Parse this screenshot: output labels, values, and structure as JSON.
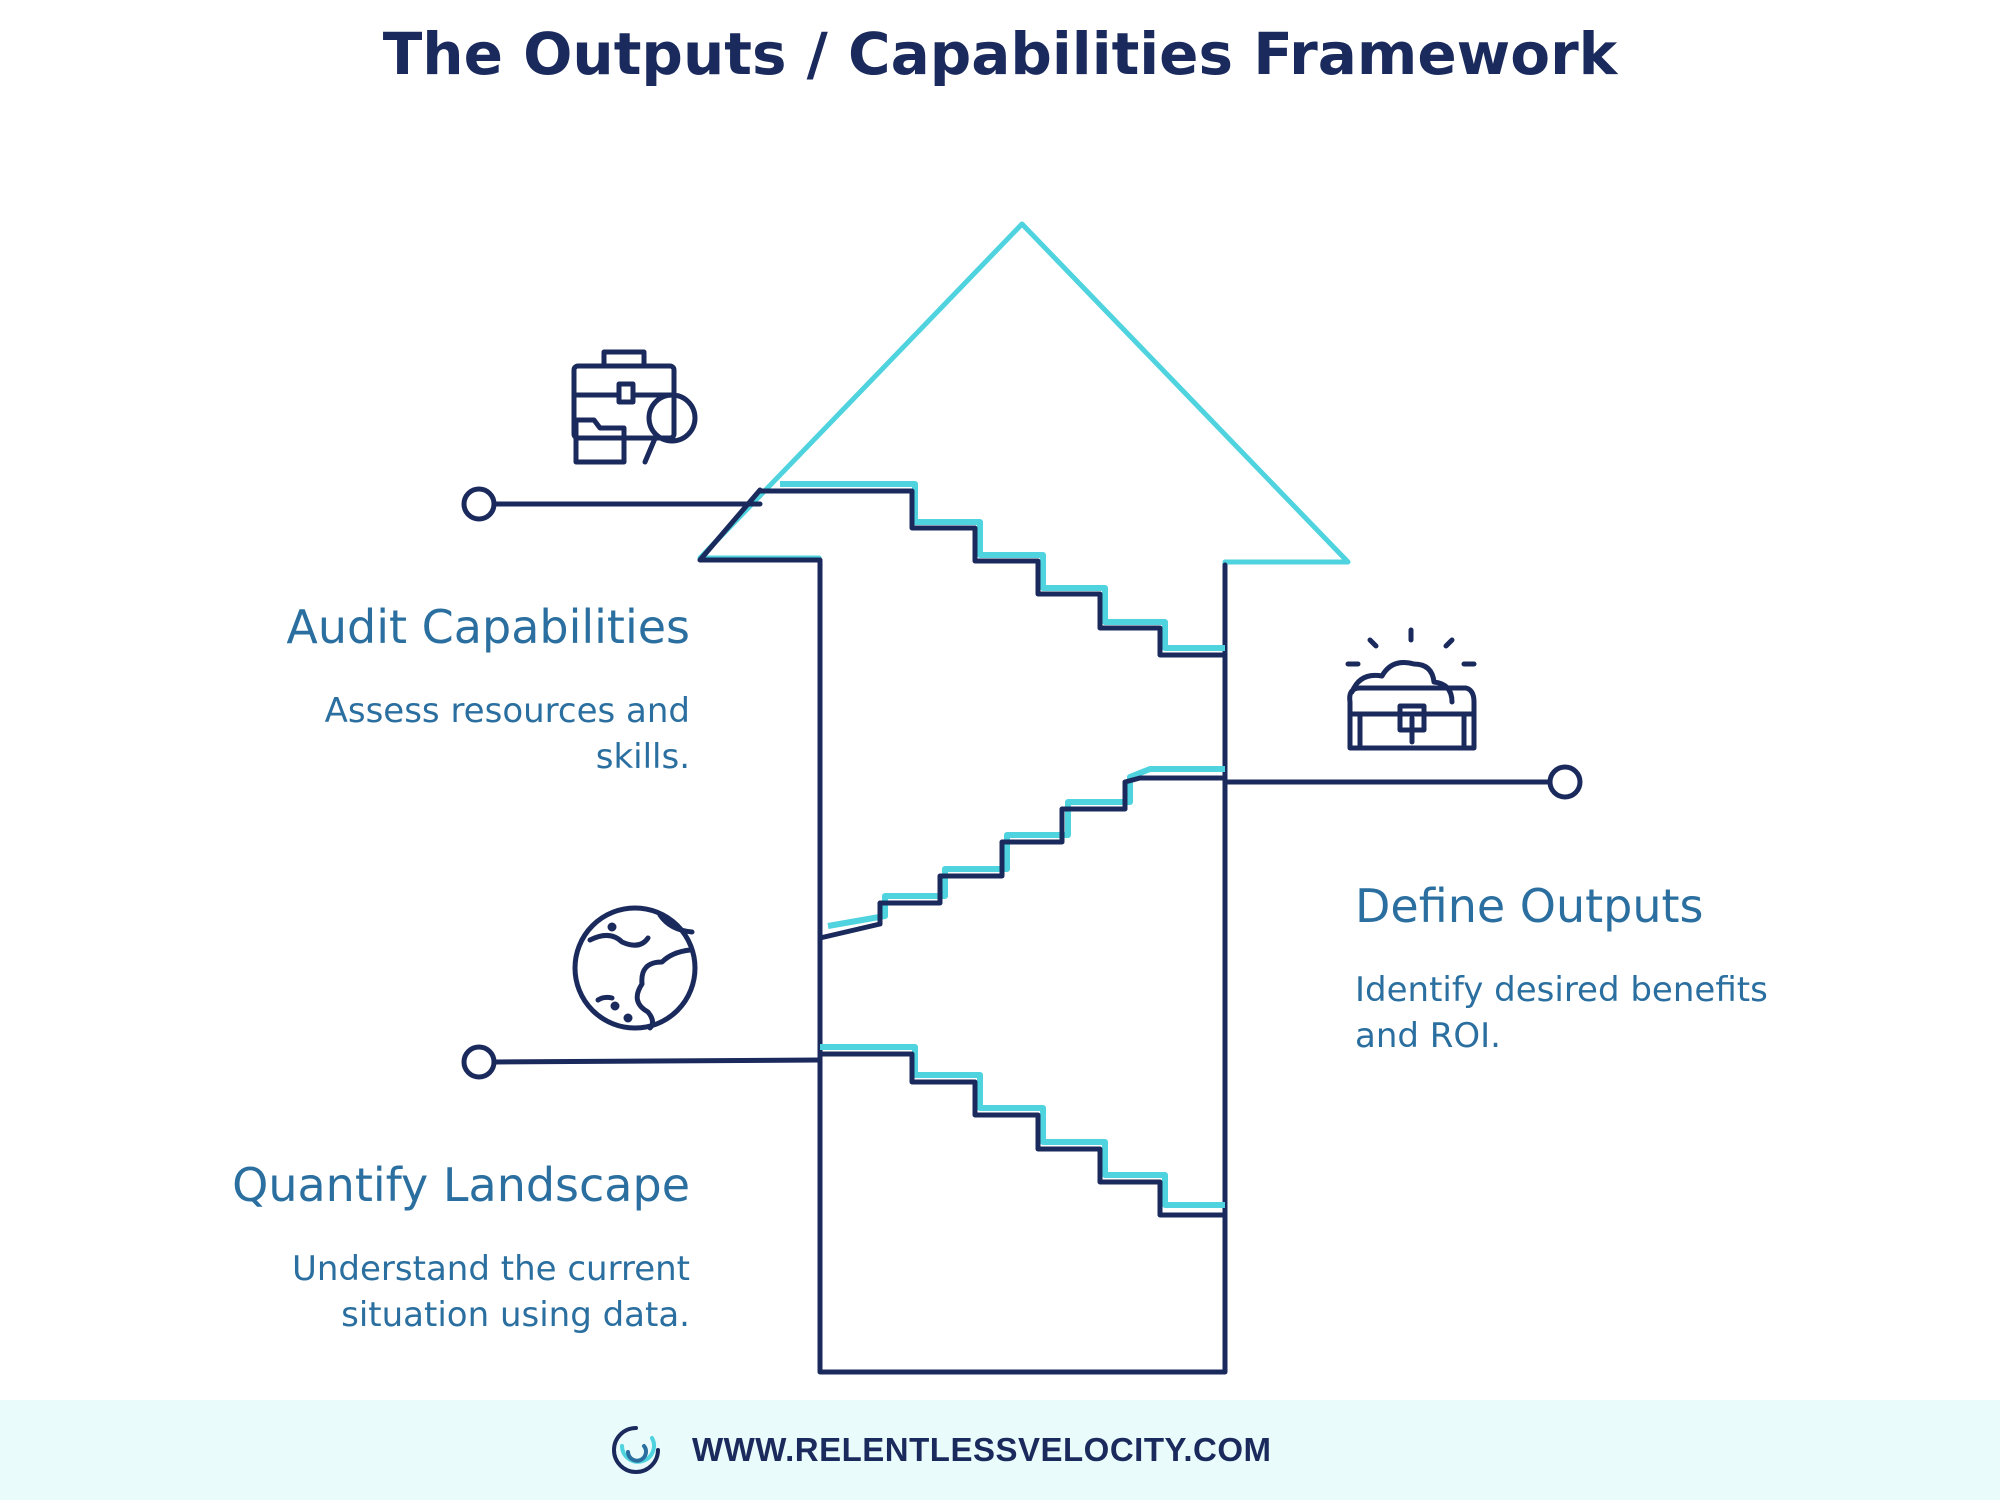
{
  "title": "The Outputs / Capabilities Framework",
  "steps": [
    {
      "heading": "Audit Capabilities",
      "description": "Assess resources and skills.",
      "icon": "briefcase-magnifier-icon"
    },
    {
      "heading": "Define Outputs",
      "description": "Identify desired benefits and ROI.",
      "icon": "treasure-chest-icon"
    },
    {
      "heading": "Quantify Landscape",
      "description": "Understand the current situation using data.",
      "icon": "globe-icon"
    }
  ],
  "footer": {
    "url": "WWW.RELENTLESSVELOCITY.COM",
    "logo": "swirl-logo-icon"
  },
  "colors": {
    "navy": "#1b2a5c",
    "cyan": "#4ed3df",
    "text_blue": "#2a6f9f",
    "footer_bg": "#e9fbfb"
  }
}
